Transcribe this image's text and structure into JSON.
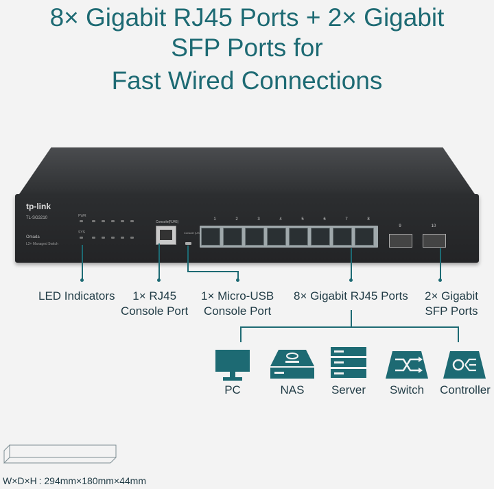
{
  "title": {
    "line1": "8× Gigabit RJ45 Ports + 2× Gigabit",
    "line2": "SFP Ports for",
    "line3": "Fast Wired Connections"
  },
  "device": {
    "brand": "tp-link",
    "model": "TL-SG3210",
    "series": "Omada",
    "subtitle": "L2+ Managed Switch",
    "console_rj45_label": "Console(RJ45)",
    "console_usb_label": "Console (USB)",
    "led_labels": [
      "PWR",
      "SYS"
    ],
    "port_numbers": [
      "1",
      "2",
      "3",
      "4",
      "5",
      "6",
      "7",
      "8"
    ],
    "sfp_numbers": [
      "9",
      "10"
    ]
  },
  "callouts": [
    {
      "line1": "LED Indicators",
      "line2": ""
    },
    {
      "line1": "1× RJ45",
      "line2": "Console Port"
    },
    {
      "line1": "1× Micro-USB",
      "line2": "Console Port"
    },
    {
      "line1": "8× Gigabit RJ45 Ports",
      "line2": ""
    },
    {
      "line1": "2× Gigabit",
      "line2": "SFP Ports"
    }
  ],
  "devices": [
    "PC",
    "NAS",
    "Server",
    "Switch",
    "Controller"
  ],
  "dimensions": "W×D×H : 294mm×180mm×44mm",
  "colors": {
    "accent": "#1d6a73",
    "text": "#1f3a44",
    "background": "#f3f3f3"
  }
}
